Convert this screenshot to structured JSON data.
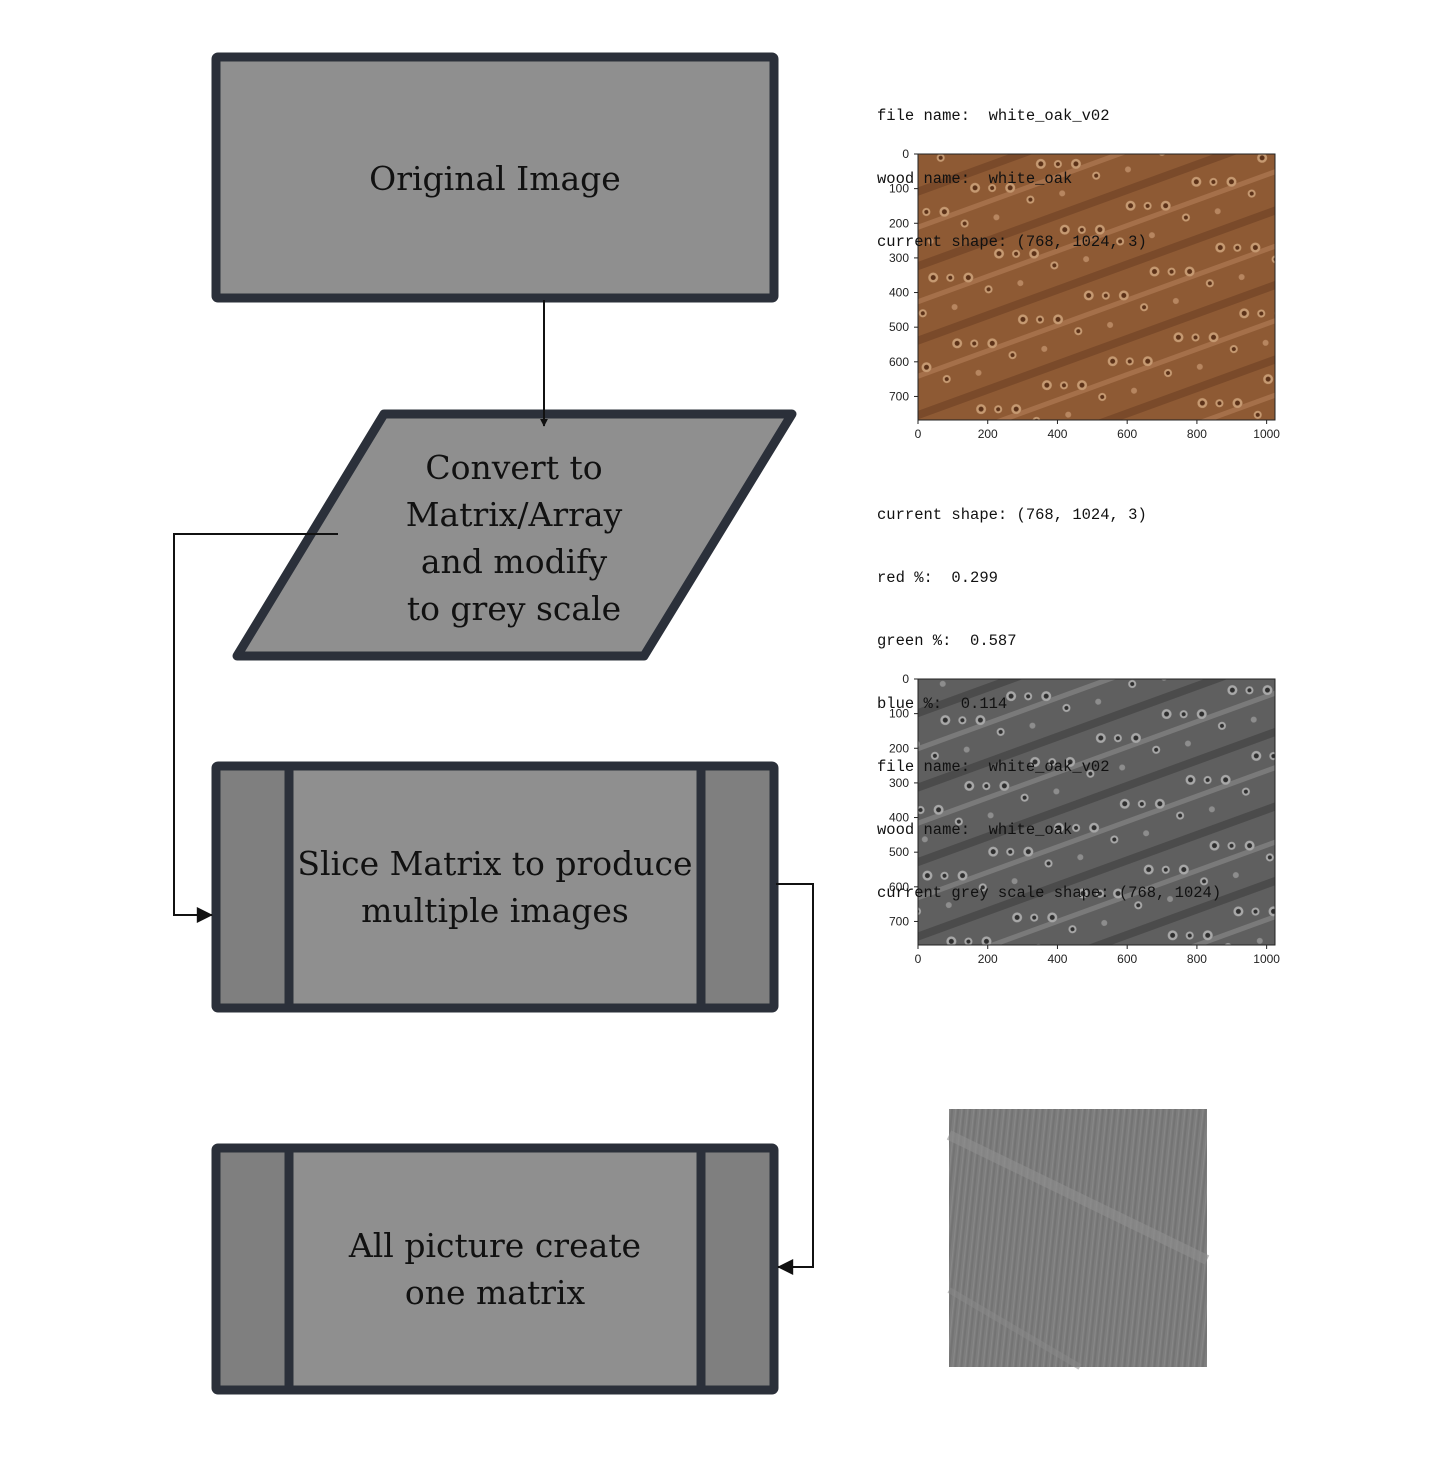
{
  "colors": {
    "box_fill": "#8f8f8f",
    "side_fill": "#7f7f7f",
    "box_border": "#2b303a",
    "connector": "#111111"
  },
  "flowchart": {
    "nodes": [
      {
        "id": "original-image",
        "shape": "rectangle",
        "lines": [
          "Original Image"
        ]
      },
      {
        "id": "convert-to-matrix",
        "shape": "parallelogram",
        "lines": [
          "Convert to",
          "Matrix/Array",
          "and modify",
          "to grey scale"
        ]
      },
      {
        "id": "slice-matrix",
        "shape": "predefined-process",
        "lines": [
          "Slice Matrix to produce",
          "multiple images"
        ]
      },
      {
        "id": "all-picture-matrix",
        "shape": "predefined-process",
        "lines": [
          "All picture create",
          "one matrix"
        ]
      }
    ],
    "edges": [
      {
        "from": "original-image",
        "to": "convert-to-matrix"
      },
      {
        "from": "convert-to-matrix",
        "to": "slice-matrix"
      },
      {
        "from": "slice-matrix",
        "to": "all-picture-matrix"
      }
    ]
  },
  "output": {
    "block1": [
      "file name:  white_oak_v02",
      "wood name:  white_oak",
      "current shape: (768, 1024, 3)"
    ],
    "between_text": "current shape: (768, 1024, 3)",
    "block2": [
      "red %:  0.299",
      "green %:  0.587",
      "blue %:  0.114",
      "file name:  white_oak_v02",
      "wood name:  white_oak",
      "current grey scale shape: (768, 1024)"
    ]
  },
  "plots": {
    "color_image": {
      "image": "white oak wood texture (color)",
      "x_ticks": [
        "0",
        "200",
        "400",
        "600",
        "800",
        "1000"
      ],
      "y_ticks": [
        "0",
        "100",
        "200",
        "300",
        "400",
        "500",
        "600",
        "700"
      ]
    },
    "grey_image": {
      "image": "white oak wood texture (grey scale)",
      "x_ticks": [
        "0",
        "200",
        "400",
        "600",
        "800",
        "1000"
      ],
      "y_ticks": [
        "0",
        "100",
        "200",
        "300",
        "400",
        "500",
        "600",
        "700"
      ]
    },
    "slice_image": {
      "image": "grey scale slice of white oak texture"
    }
  }
}
